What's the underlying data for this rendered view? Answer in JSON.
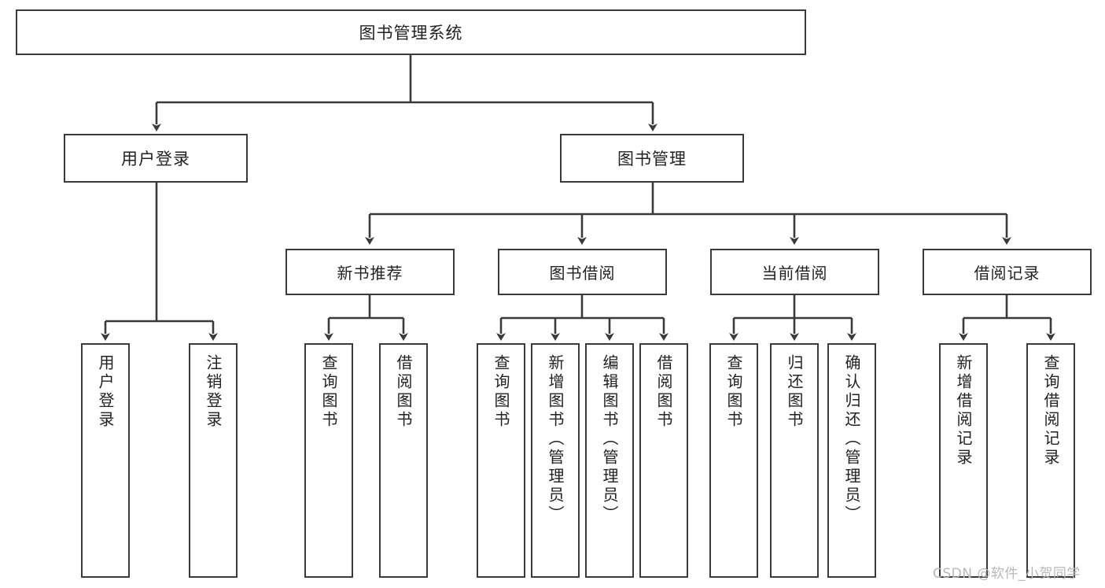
{
  "diagram": {
    "title": "图书管理系统",
    "type": "function-structure-tree",
    "root": {
      "label": "图书管理系统"
    },
    "level2": [
      {
        "label": "用户登录"
      },
      {
        "label": "图书管理"
      }
    ],
    "level3": [
      {
        "label": "新书推荐"
      },
      {
        "label": "图书借阅"
      },
      {
        "label": "当前借阅"
      },
      {
        "label": "借阅记录"
      }
    ],
    "leaves": {
      "user_login": [
        {
          "label": "用户登录"
        },
        {
          "label": "注销登录"
        }
      ],
      "new_book_recommend": [
        {
          "label": "查询图书"
        },
        {
          "label": "借阅图书"
        }
      ],
      "book_borrow": [
        {
          "label": "查询图书"
        },
        {
          "label": "新增图书（管理员）"
        },
        {
          "label": "编辑图书（管理员）"
        },
        {
          "label": "借阅图书"
        }
      ],
      "current_borrow": [
        {
          "label": "查询图书"
        },
        {
          "label": "归还图书"
        },
        {
          "label": "确认归还（管理员）"
        }
      ],
      "borrow_record": [
        {
          "label": "新增借阅记录"
        },
        {
          "label": "查询借阅记录"
        }
      ]
    },
    "watermark": "CSDN @软件_小贺同学",
    "colors": {
      "stroke": "#3a3a3a",
      "fill": "#ffffff",
      "text": "#222222",
      "watermark": "#b8b8b8"
    }
  }
}
